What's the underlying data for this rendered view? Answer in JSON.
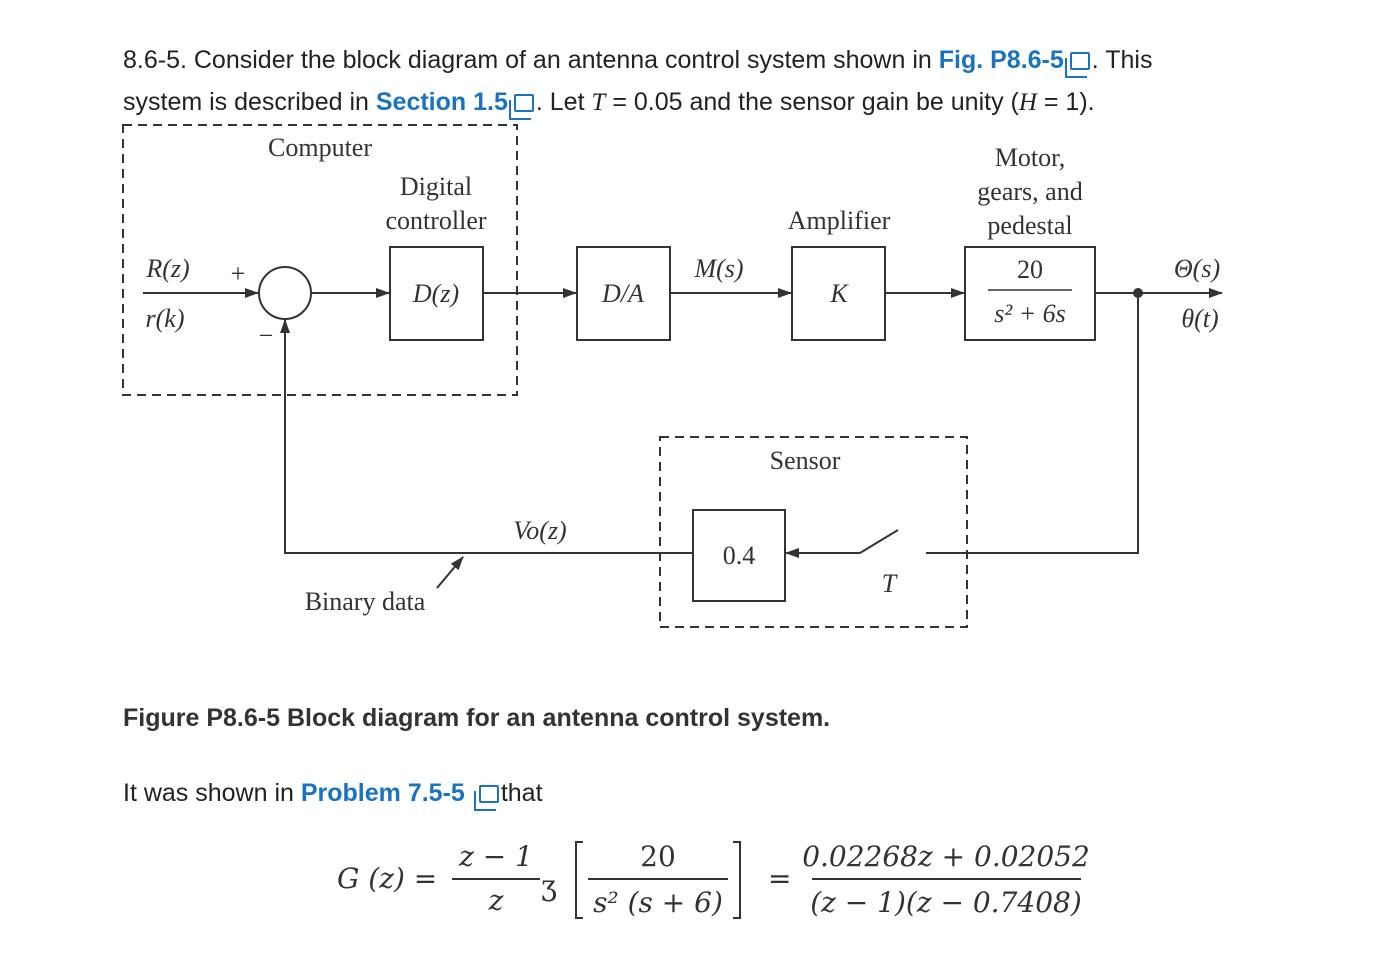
{
  "problem": {
    "number_text": "8.6-5. Consider the block diagram of an antenna control system shown in ",
    "fig_link": "Fig. P8.6-5",
    "after_fig": ". This",
    "line2_start": "system is described in ",
    "section_link": "Section 1.5",
    "line2_end_a": ". Let ",
    "T_var": "T",
    "line2_end_b": " = 0.05 and the sensor gain be unity (",
    "H_var": "H",
    "line2_end_c": " = 1)."
  },
  "diagram": {
    "computer_label": "Computer",
    "digital_line1": "Digital",
    "digital_line2": "controller",
    "input_top": "R(z)",
    "input_bottom": "r(k)",
    "plus": "+",
    "minus": "−",
    "controller": "D(z)",
    "da": "D/A",
    "m_signal": "M(s)",
    "amplifier_label": "Amplifier",
    "amplifier": "K",
    "motor_line1": "Motor,",
    "motor_line2": "gears, and",
    "motor_line3": "pedestal",
    "plant_num": "20",
    "plant_den": "s² + 6s",
    "output_top": "Θ(s)",
    "output_bottom": "θ(t)",
    "sensor_label": "Sensor",
    "sensor_gain": "0.4",
    "sample_period": "T",
    "vo": "Vo(z)",
    "binary_data": "Binary data"
  },
  "figure_caption": "Figure P8.6-5 Block diagram for an antenna control system.",
  "shown": {
    "text_start": "It was shown in ",
    "link": "Problem 7.5-5",
    "text_end": "that"
  },
  "equation": {
    "lhs": "G (z) =",
    "frac1_num": "z − 1",
    "frac1_den": "z",
    "transform": "ʒ",
    "frac2_num": "20",
    "frac2_den": "s² (s + 6)",
    "equals": "=",
    "frac3_num": "0.02268z + 0.02052",
    "frac3_den": "(z − 1)(z − 0.7408)"
  },
  "colors": {
    "link": "#1a73c0",
    "text": "#222222"
  }
}
